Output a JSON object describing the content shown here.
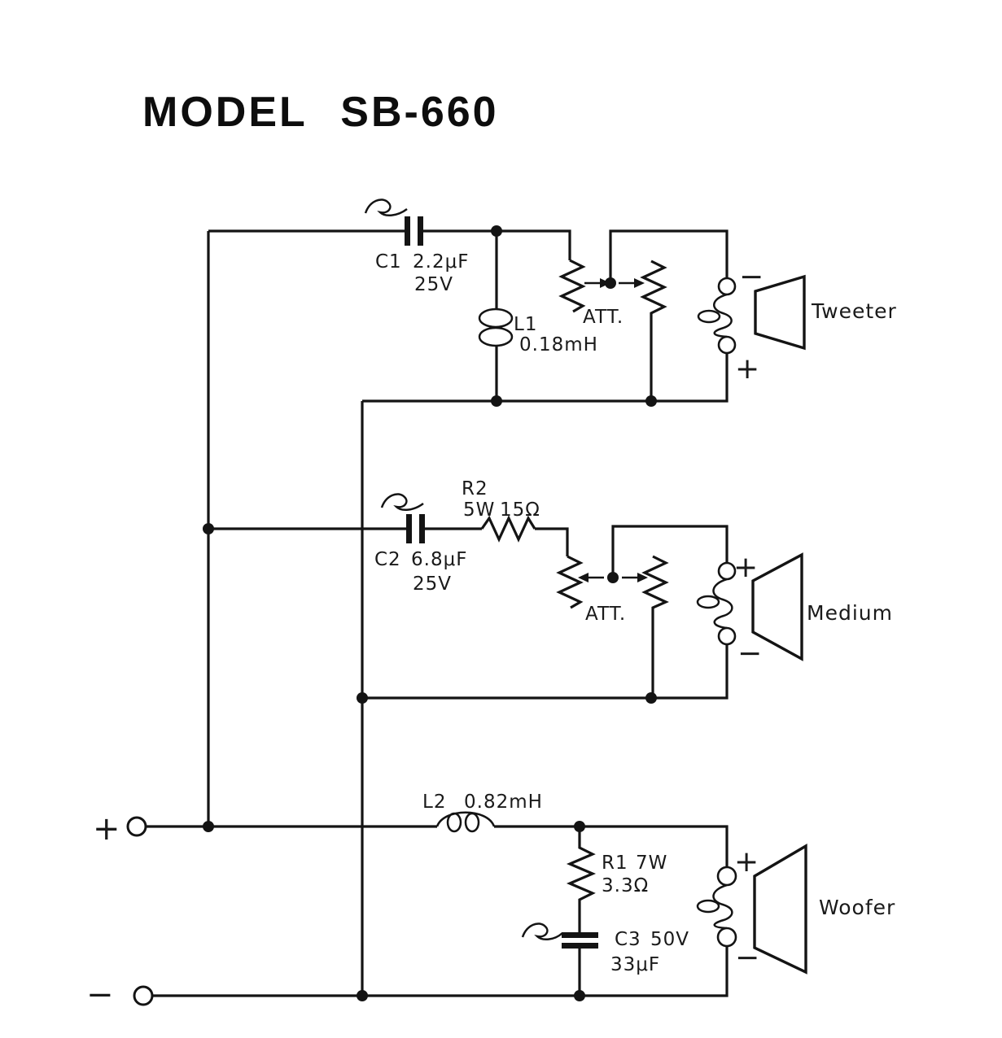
{
  "title": "MODEL SB-660",
  "input": {
    "plus": "+",
    "minus": "−"
  },
  "tweeter": {
    "c1": {
      "ref": "C1",
      "value": "2.2μF",
      "voltage": "25V"
    },
    "l1": {
      "ref": "L1",
      "value": "0.18mH"
    },
    "att": "ATT.",
    "speaker": {
      "label": "Tweeter",
      "top": "−",
      "bottom": "+"
    }
  },
  "medium": {
    "r2": {
      "ref": "R2",
      "rating": "5W",
      "value": "15Ω"
    },
    "c2": {
      "ref": "C2",
      "value": "6.8μF",
      "voltage": "25V"
    },
    "att": "ATT.",
    "speaker": {
      "label": "Medium",
      "top": "+",
      "bottom": "−"
    }
  },
  "woofer": {
    "l2": {
      "ref": "L2",
      "value": "0.82mH"
    },
    "r1": {
      "ref": "R1",
      "rating": "7W",
      "value": "3.3Ω"
    },
    "c3": {
      "ref": "C3",
      "voltage": "50V",
      "value": "33μF"
    },
    "speaker": {
      "label": "Woofer",
      "top": "+",
      "bottom": "−"
    }
  }
}
